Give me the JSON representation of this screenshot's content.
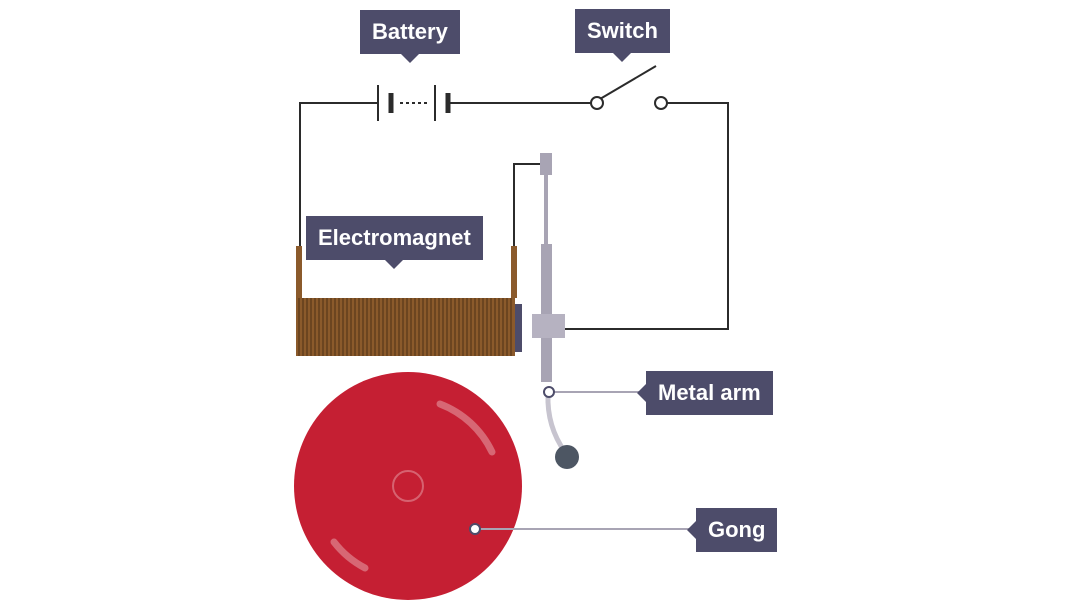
{
  "labels": {
    "battery": "Battery",
    "switch": "Switch",
    "electromagnet": "Electromagnet",
    "metal_arm": "Metal arm",
    "gong": "Gong"
  },
  "colors": {
    "wire": "#2b2b2b",
    "label_bg": "#4d4c6a",
    "label_text": "#ffffff",
    "coil": "#8b5a2b",
    "coil_line": "#5c3a1a",
    "magnet_core": "#4d4c6a",
    "arm": "#a8a4b4",
    "gong": "#c51f33",
    "hammer": "#4d5663"
  }
}
